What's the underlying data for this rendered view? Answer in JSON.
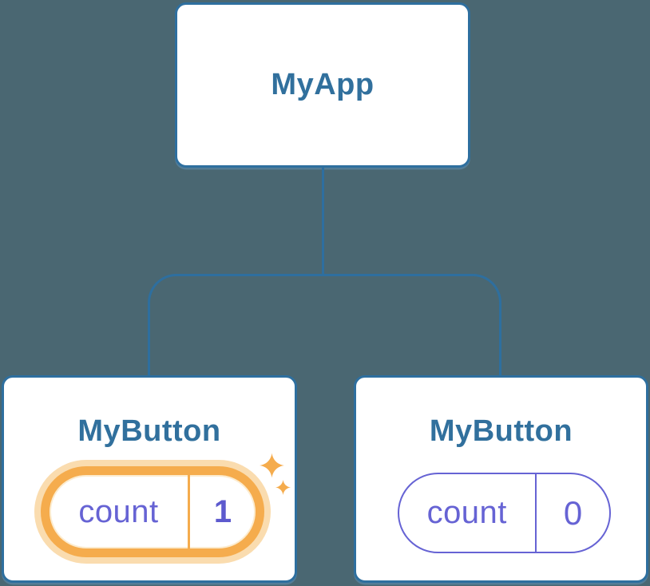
{
  "diagram": {
    "type": "react-component-tree",
    "colors": {
      "background": "#4a6772",
      "stroke_blue": "#2e6f9f",
      "heading_blue": "#31709d",
      "state_purple": "#6663d4",
      "highlight_orange": "#f5ac4d",
      "highlight_halo": "#fadcaf",
      "card_white": "#ffffff"
    },
    "tree": {
      "root": {
        "label": "MyApp"
      },
      "children": [
        {
          "label": "MyButton",
          "state": {
            "key": "count",
            "value": "1"
          },
          "highlighted": true,
          "sparkles": true
        },
        {
          "label": "MyButton",
          "state": {
            "key": "count",
            "value": "0"
          },
          "highlighted": false,
          "sparkles": false
        }
      ]
    },
    "icons": {
      "sparkle_large": "sparkle-icon",
      "sparkle_small": "sparkle-icon"
    }
  }
}
